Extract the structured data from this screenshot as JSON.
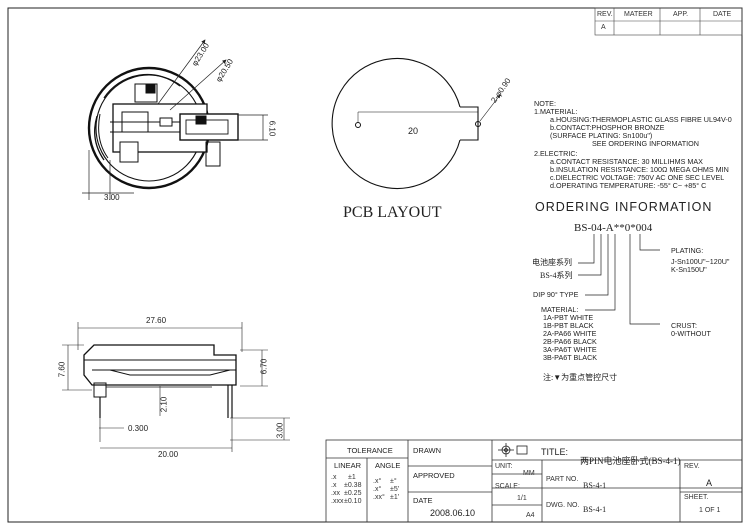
{
  "rev_block": {
    "headers": [
      "REV.",
      "MATEER",
      "APP.",
      "DATE"
    ],
    "row": [
      "A",
      "",
      "",
      ""
    ]
  },
  "top_view": {
    "dim_outer_dia": "φ23.00",
    "dim_inner_dia": "φ20.50",
    "dim_height": "6.10",
    "dim_offset": "3.00"
  },
  "pcb_layout": {
    "title": "PCB LAYOUT",
    "dim_spacing": "20",
    "dim_hole": "2-φ0.90"
  },
  "notes": {
    "header": "NOTE:",
    "material_header": "1.MATERIAL:",
    "material": [
      "a.HOUSING:THERMOPLASTIC GLASS FIBRE UL94V-0",
      "b.CONTACT:PHOSPHOR BRONZE",
      "(SURFACE PLATING: Sn100u\")",
      "SEE ORDERING INFORMATION"
    ],
    "electric_header": "2.ELECTRIC:",
    "electric": [
      "a.CONTACT RESISTANCE: 30 MILLIHMS MAX",
      "b.INSULATION RESISTANCE: 100Ω MEGA OHMS MIN",
      "c.DIELECTRIC VOLTAGE: 750V AC ONE SEC LEVEL",
      "d.OPERATING TEMPERATURE: -55° C~ +85° C"
    ]
  },
  "ordering": {
    "title": "ORDERING INFORMATION",
    "code": "BS-04-A**0*004",
    "series_cn": "电池座系列",
    "series": "BS-4系列",
    "dip": "DIP 90° TYPE",
    "material_header": "MATERIAL:",
    "materials": [
      "1A-PBT WHITE",
      "1B-PBT BLACK",
      "2A-PA66 WHITE",
      "2B-PA66 BLACK",
      "3A-PA6T WHITE",
      "3B-PA6T BLACK"
    ],
    "plating_header": "PLATING:",
    "platings": [
      "J-Sn100U\"~120U\"",
      "K-Sn150U\""
    ],
    "crust_header": "CRUST:",
    "crust": "0-WITHOUT",
    "footnote": "注:▼为重点管控尺寸"
  },
  "side_view": {
    "dim_width": "27.60",
    "dim_left_h": "7.60",
    "dim_right_h": "6.70",
    "dim_mid": "2.10",
    "dim_pin": "0.300",
    "dim_span": "20.00",
    "dim_pin_len": "3.00"
  },
  "title_block": {
    "tolerance_label": "TOLERANCE",
    "linear_label": "LINEAR",
    "angle_label": "ANGLE",
    "linear_rows": [
      [
        ".x",
        "±1"
      ],
      [
        ".x",
        "±0.38"
      ],
      [
        ".xx",
        "±0.25"
      ],
      [
        ".xxx",
        "±0.10"
      ]
    ],
    "angle_rows": [
      [
        ".x°",
        "±°"
      ],
      [
        ".x°",
        "±5'"
      ],
      [
        ".xx°",
        "±1'"
      ]
    ],
    "drawn_label": "DRAWN",
    "approved_label": "APPROVED",
    "date_label": "DATE",
    "date_value": "2008.06.10",
    "unit_label": "UNIT:",
    "unit_value": "MM",
    "scale_label": "SCALE:",
    "scale_value": "1/1",
    "size_value": "A4",
    "title_label": "TITLE:",
    "title_value": "两PIN电池座卧式(BS-4-1)",
    "part_no_label": "PART NO.",
    "part_no_value": "BS-4-1",
    "dwg_no_label": "DWG. NO.",
    "dwg_no_value": "BS-4-1",
    "rev_label": "REV.",
    "rev_value": "A",
    "sheet_label": "SHEET.",
    "sheet_value": "1  OF  1"
  }
}
